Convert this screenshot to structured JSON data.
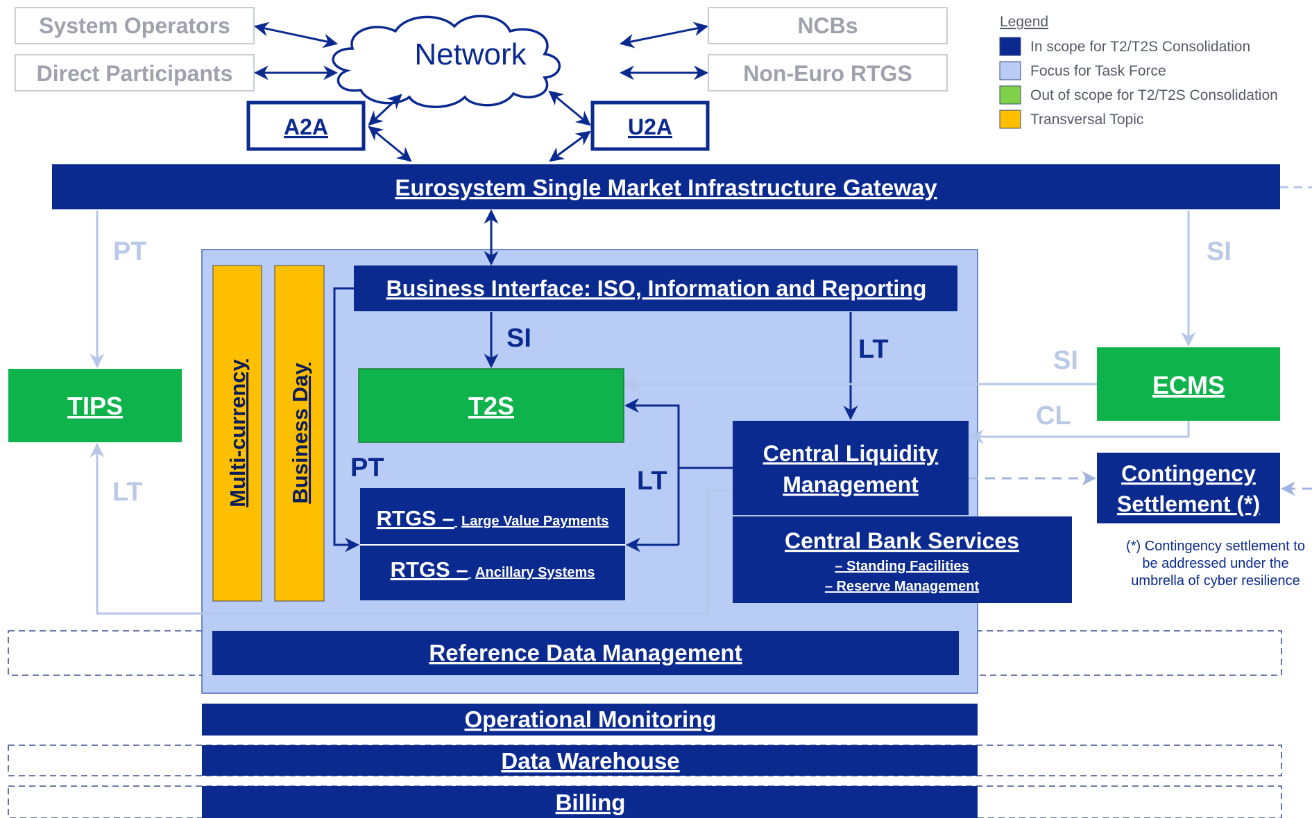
{
  "colors": {
    "dark_blue": "#0b2a8f",
    "light_blue": "#b8ccf5",
    "green": "#0fb34c",
    "orange": "#fdbf00",
    "grey_text": "#9ea2ad",
    "grey_box_border": "#c8ccd6",
    "faint_blue_line": "#b5c6e8",
    "faint_label": "#b9c9e6"
  },
  "top_row": {
    "system_operators": "System Operators",
    "direct_participants": "Direct Participants",
    "network": "Network",
    "ncbs": "NCBs",
    "non_euro_rtgs": "Non-Euro RTGS",
    "a2a": "A2A",
    "u2a": "U2A"
  },
  "legend": {
    "title": "Legend",
    "items": [
      {
        "label": "In scope for T2/T2S Consolidation",
        "color": "#0b2a8f"
      },
      {
        "label": "Focus for Task Force",
        "color": "#b8ccf5"
      },
      {
        "label": "Out of scope for T2/T2S Consolidation",
        "color": "#7fd14a"
      },
      {
        "label": "Transversal Topic",
        "color": "#fdbf00"
      }
    ]
  },
  "gateway": "Eurosystem Single Market Infrastructure Gateway",
  "business_interface": "Business Interface:  ISO, Information and Reporting",
  "multi_currency": "Multi-currency",
  "business_day": "Business Day",
  "t2s": "T2S",
  "tips": "TIPS",
  "ecms": "ECMS",
  "rtgs_large": {
    "main": "RTGS –",
    "sub": "Large Value Payments"
  },
  "rtgs_ancillary": {
    "main": "RTGS –",
    "sub": "Ancillary Systems"
  },
  "clm": {
    "line1": "Central Liquidity",
    "line2": "Management"
  },
  "cbs": {
    "title": "Central Bank Services",
    "line1": "– Standing Facilities",
    "line2": "– Reserve Management"
  },
  "contingency": {
    "line1": "Contingency",
    "line2": "Settlement (*)"
  },
  "contingency_note": [
    "(*) Contingency settlement to",
    "be addressed under the",
    "umbrella of cyber resilience"
  ],
  "reference_data": "Reference Data Management",
  "operational_monitoring": "Operational Monitoring",
  "data_warehouse": "Data Warehouse",
  "billing": "Billing",
  "flow_labels": {
    "pt_left": "PT",
    "lt_left": "LT",
    "si_right": "SI",
    "si_ecms": "SI",
    "cl_ecms": "CL",
    "si_inner": "SI",
    "lt_inner": "LT",
    "pt_inner": "PT",
    "lt_mid": "LT"
  }
}
